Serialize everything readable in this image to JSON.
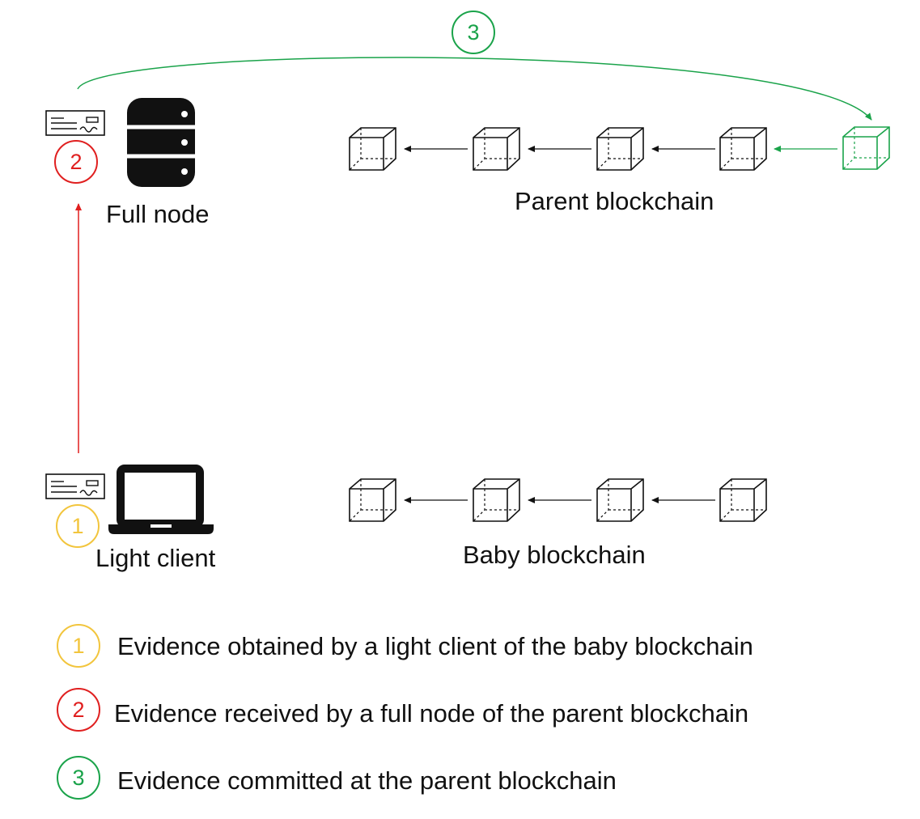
{
  "colors": {
    "yellow": "#f2c53d",
    "red": "#e01f1f",
    "green": "#1aa34a",
    "black": "#111111"
  },
  "icons": {
    "evidence": "document-check-icon",
    "full_node": "database-icon",
    "light_client": "laptop-icon",
    "block": "cube-icon"
  },
  "labels": {
    "full_node": "Full node",
    "light_client": "Light client",
    "parent_chain": "Parent blockchain",
    "baby_chain": "Baby blockchain"
  },
  "steps": [
    "1",
    "2",
    "3"
  ],
  "legend": [
    {
      "num": "1",
      "text": "Evidence obtained by a light client of the baby blockchain"
    },
    {
      "num": "2",
      "text": "Evidence received by a full node of the parent blockchain"
    },
    {
      "num": "3",
      "text": "Evidence committed at the parent blockchain"
    }
  ]
}
